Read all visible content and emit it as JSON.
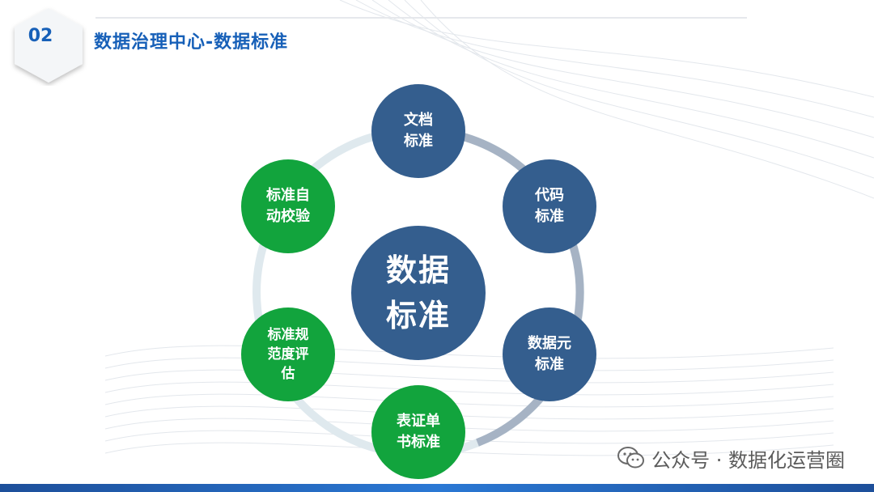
{
  "header": {
    "section_number": "02",
    "title": "数据治理中心-数据标准"
  },
  "diagram": {
    "center": {
      "lines": [
        "数据",
        "标准"
      ]
    },
    "nodes": [
      {
        "lines": [
          "文档",
          "标准"
        ],
        "color": "blue"
      },
      {
        "lines": [
          "代码",
          "标准"
        ],
        "color": "blue"
      },
      {
        "lines": [
          "数据元",
          "标准"
        ],
        "color": "blue"
      },
      {
        "lines": [
          "表证单",
          "书标准"
        ],
        "color": "green"
      },
      {
        "lines": [
          "标准规",
          "范度评",
          "估"
        ],
        "color": "green"
      },
      {
        "lines": [
          "标准自",
          "动校验"
        ],
        "color": "green"
      }
    ]
  },
  "watermark": {
    "icon": "wechat-icon",
    "text": "公众号 · 数据化运营圈"
  },
  "colors": {
    "blue_node": "#345e8e",
    "green_node": "#12a43d",
    "title_blue": "#1760b8",
    "footer_blue": "#1d4f9a"
  }
}
